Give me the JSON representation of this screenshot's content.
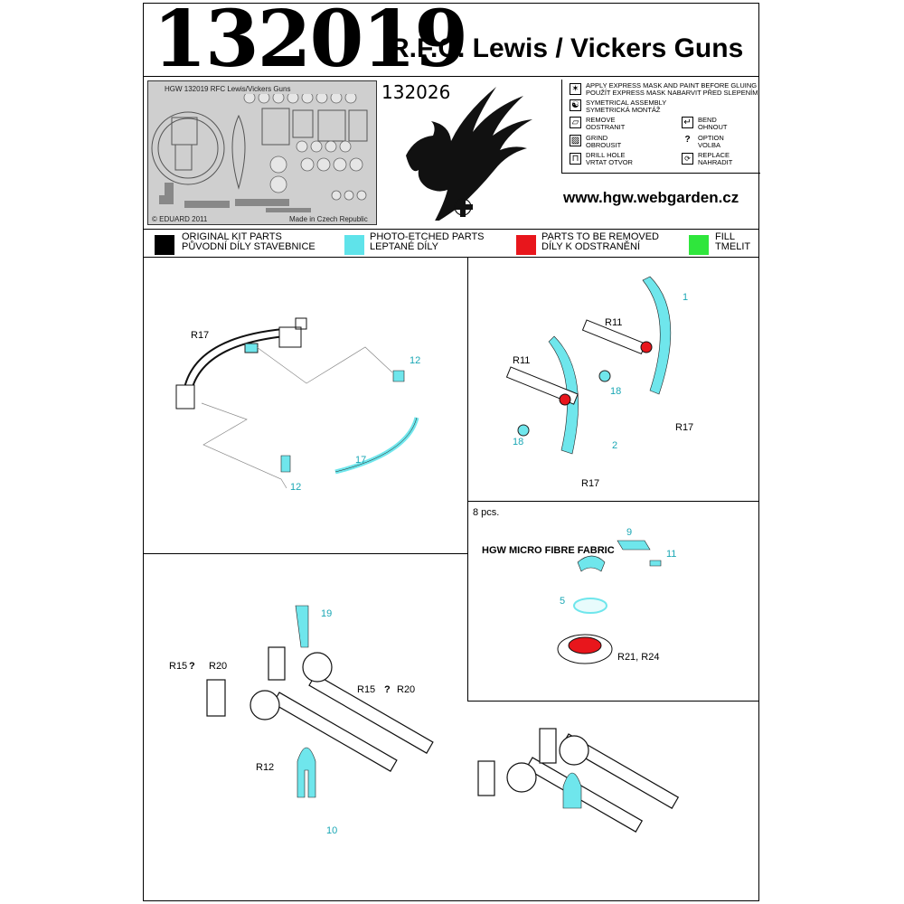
{
  "header": {
    "set_number": "132019",
    "title": "R.F.C. Lewis / Vickers Guns",
    "related_set": "132026",
    "website": "www.hgw.webgarden.cz"
  },
  "fret": {
    "label": "HGW 132019  RFC Lewis/Vickers Guns",
    "copyright": "© EDUARD 2011",
    "origin": "Made in Czech Republic"
  },
  "legend": {
    "mask": "APPLY EXPRESS MASK AND PAINT BEFORE GLUING",
    "mask_cz": "POUŽÍT EXPRESS MASK NABARVIT PŘED SLEPENÍM",
    "sym": "SYMETRICAL ASSEMBLY",
    "sym_cz": "SYMETRICKÁ MONTÁŽ",
    "remove": "REMOVE",
    "remove_cz": "ODSTRANIT",
    "bend": "BEND",
    "bend_cz": "OHNOUT",
    "grind": "GRIND",
    "grind_cz": "OBROUSIT",
    "option": "OPTION",
    "option_cz": "VOLBA",
    "drill": "DRILL HOLE",
    "drill_cz": "VRTAT OTVOR",
    "replace": "REPLACE",
    "replace_cz": "NAHRADIT"
  },
  "color_key": [
    {
      "label": "ORIGINAL KIT PARTS",
      "label_cz": "PŮVODNÍ DÍLY STAVEBNICE",
      "color": "#000000"
    },
    {
      "label": "PHOTO-ETCHED PARTS",
      "label_cz": "LEPTANÉ DÍLY",
      "color": "#5fe3ea"
    },
    {
      "label": "PARTS TO BE REMOVED",
      "label_cz": "DÍLY K ODSTRANĚNÍ",
      "color": "#e8161c"
    },
    {
      "label": "FILL",
      "label_cz": "TMELIT",
      "color": "#2fe63c"
    }
  ],
  "steps": {
    "ring": {
      "kit": "R17",
      "pe_a": "12",
      "pe_b": "17",
      "pe_c": "12"
    },
    "rails": {
      "kit_a": "R11",
      "kit_b": "R11",
      "pe_1": "1",
      "pe_2": "2",
      "washer_a": "18",
      "washer_b": "18",
      "end_a": "R17",
      "end_b": "R17"
    },
    "drum": {
      "count": "8 pcs.",
      "fabric": "HGW MICRO FIBRE FABRIC",
      "pe_9": "9",
      "pe_11": "11",
      "pe_5": "5",
      "kit": "R21, R24"
    },
    "guns": {
      "left_a": "R15",
      "left_b": "R20",
      "right_a": "R15",
      "right_b": "R20",
      "option_mark": "?",
      "mount": "R12",
      "pe_19": "19",
      "pe_10": "10"
    }
  }
}
